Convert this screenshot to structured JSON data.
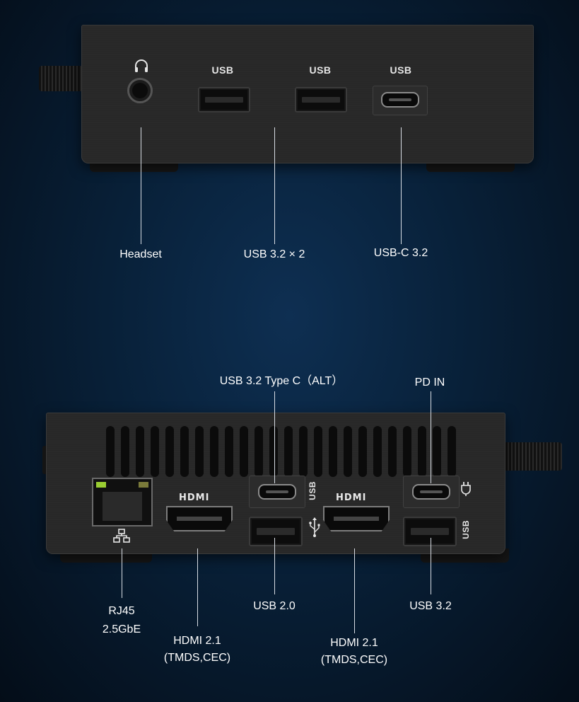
{
  "top_device": {
    "port_labels": [
      "USB",
      "USB",
      "USB"
    ],
    "callouts": {
      "headset": "Headset",
      "usb32x2": "USB 3.2 × 2",
      "usbc32": "USB-C 3.2"
    }
  },
  "bottom_device": {
    "callouts": {
      "usb32_type_c_alt": "USB 3.2 Type C（ALT）",
      "pd_in": "PD IN",
      "rj45_line1": "RJ45",
      "rj45_line2": "2.5GbE",
      "hdmi1_line1": "HDMI 2.1",
      "hdmi1_line2": "(TMDS,CEC)",
      "usb20": "USB 2.0",
      "hdmi2_line1": "HDMI 2.1",
      "hdmi2_line2": "(TMDS,CEC)",
      "usb32": "USB 3.2"
    },
    "hdmi_logo": "HDMI",
    "vertical_usb_label_1": "USB",
    "vertical_usb_label_2": "USB"
  },
  "icons": [
    "headset-icon",
    "network-icon",
    "usb-trident-icon",
    "power-plug-icon"
  ],
  "colors": {
    "background": "#082038",
    "device": "#282828",
    "text": "#ffffff",
    "callout_line": "#d8dde4"
  }
}
